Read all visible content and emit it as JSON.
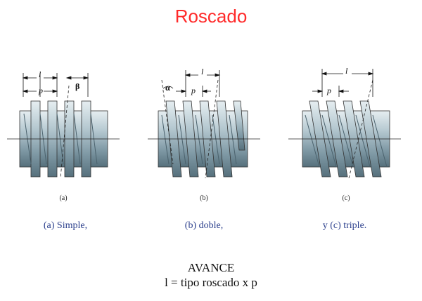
{
  "title": "Roscado",
  "panels": [
    {
      "letter": "(a)",
      "caption": "(a) Simple,",
      "dim_l": "l",
      "dim_p": "p",
      "angle": "β"
    },
    {
      "letter": "(b)",
      "caption": "(b) doble,",
      "dim_l": "l",
      "dim_p": "p",
      "angle": "α"
    },
    {
      "letter": "(c)",
      "caption": "y (c) triple.",
      "dim_l": "l",
      "dim_p": "p"
    }
  ],
  "footer": {
    "line1": "AVANCE",
    "line2": "l = tipo roscado x p"
  },
  "colors": {
    "title": "#ff2a2a",
    "caption": "#2b3f8c",
    "thread_light": "#d6e2e7",
    "thread_dark": "#6d8995"
  }
}
